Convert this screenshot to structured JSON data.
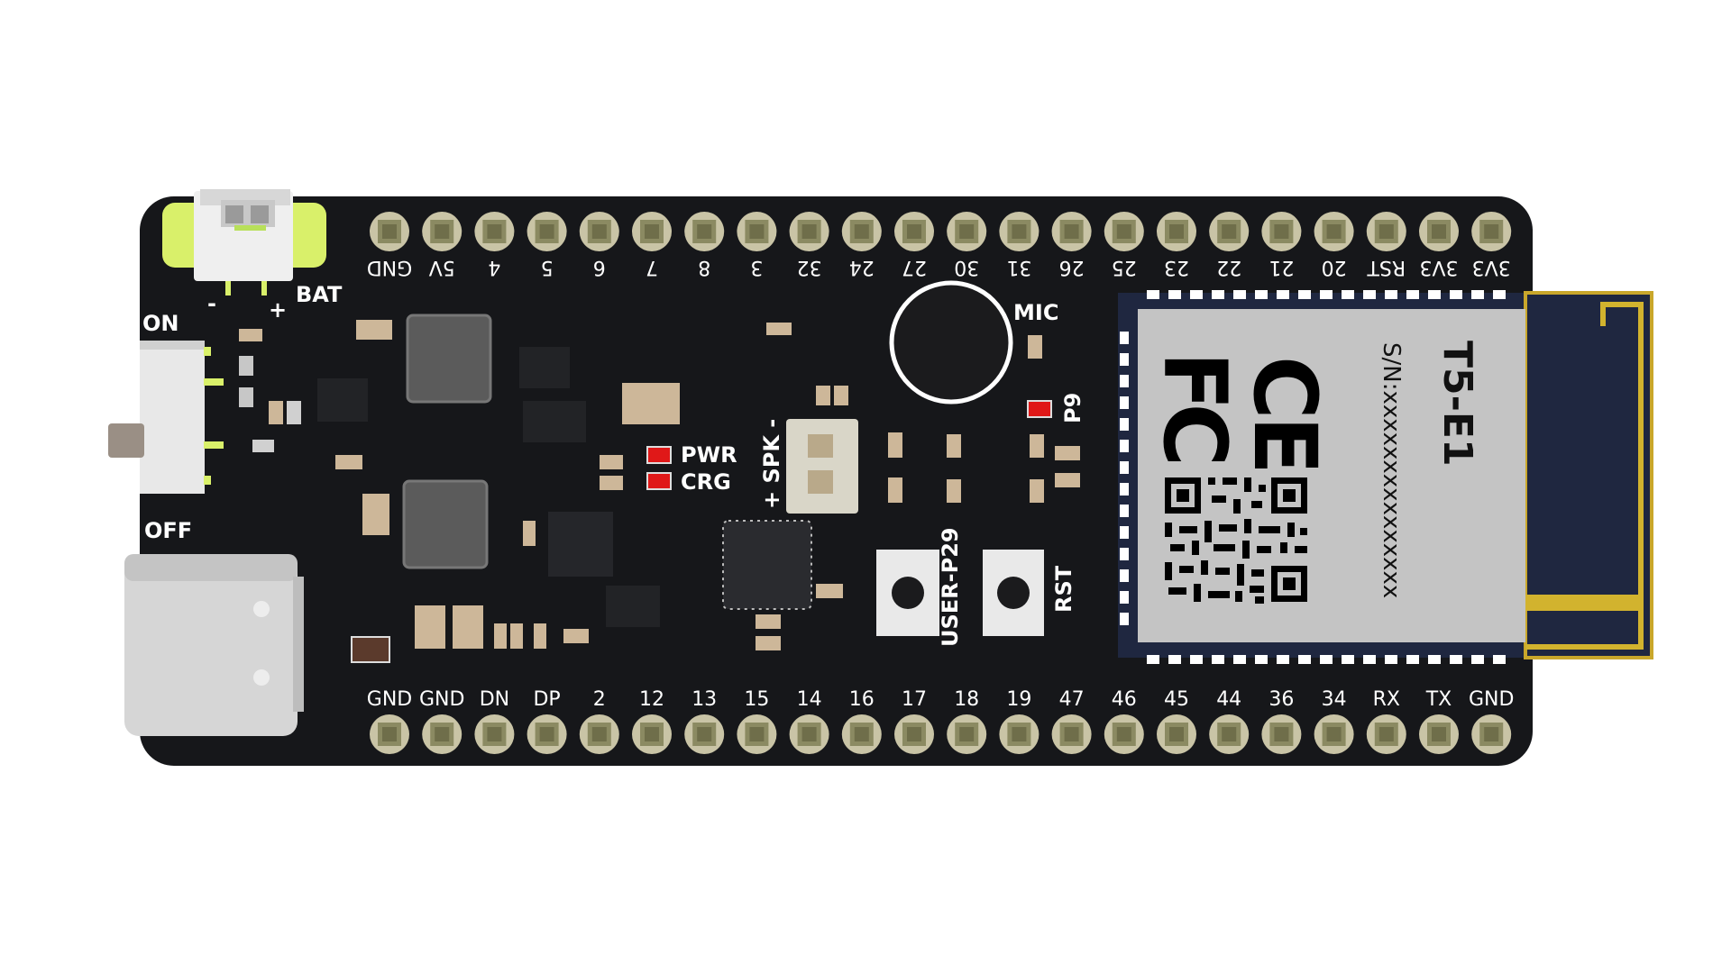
{
  "board": {
    "top_pins": [
      "GND",
      "5V",
      "4",
      "5",
      "6",
      "7",
      "8",
      "3",
      "32",
      "24",
      "27",
      "30",
      "31",
      "26",
      "25",
      "23",
      "22",
      "21",
      "20",
      "RST",
      "3V3",
      "3V3"
    ],
    "bottom_pins": [
      "GND",
      "GND",
      "DN",
      "DP",
      "2",
      "12",
      "13",
      "15",
      "14",
      "16",
      "17",
      "18",
      "19",
      "47",
      "46",
      "45",
      "44",
      "36",
      "34",
      "RX",
      "TX",
      "GND"
    ],
    "labels": {
      "bat": "BAT",
      "bat_minus": "-",
      "bat_plus": "+",
      "switch_on": "ON",
      "switch_off": "OFF",
      "mic": "MIC",
      "p9": "P9",
      "pwr": "PWR",
      "crg": "CRG",
      "spk": "+ SPK -",
      "user_button": "USER-P29",
      "rst_button": "RST"
    },
    "module": {
      "model": "T5-E1",
      "serial": "S/N:xxxxxxxxxxxxxxx",
      "fcc_logo": "FC",
      "ce_logo": "CE"
    }
  }
}
